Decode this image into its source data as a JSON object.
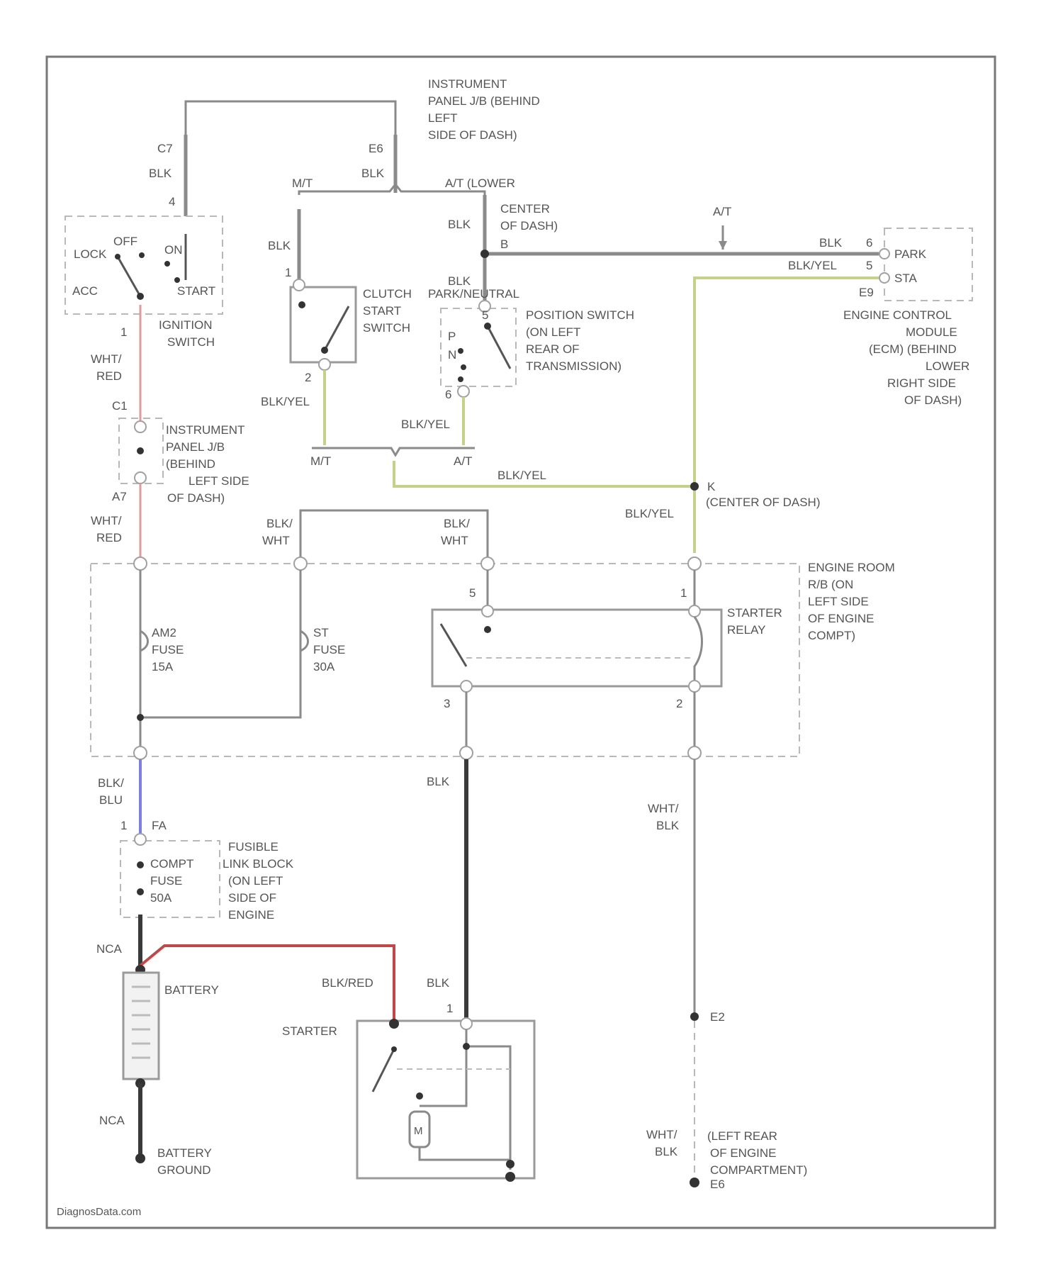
{
  "labels": {
    "ip_jb_top": [
      "INSTRUMENT",
      "PANEL J/B (BEHIND",
      "LEFT",
      "SIDE OF DASH)"
    ],
    "c7": "C7",
    "e6": "E6",
    "blk": "BLK",
    "mt": "M/T",
    "at_lower": "A/T (LOWER",
    "center_of_dash": [
      "CENTER",
      "OF DASH)"
    ],
    "at": "A/T",
    "b": "B",
    "pin_4": "4",
    "pin_1": "1",
    "pin_2": "2",
    "pin_3": "3",
    "pin_5": "5",
    "pin_6": "6",
    "ignition_positions": [
      "LOCK",
      "OFF",
      "ON",
      "ACC",
      "START"
    ],
    "ignition_switch": [
      "IGNITION",
      "SWITCH"
    ],
    "clutch_start": [
      "CLUTCH",
      "START",
      "SWITCH"
    ],
    "park_neutral": "PARK/NEUTRAL",
    "pn_positions": [
      "P",
      "N"
    ],
    "position_switch": [
      "POSITION SWITCH",
      "(ON LEFT",
      "REAR OF",
      "TRANSMISSION)"
    ],
    "ecm_pins": [
      "PARK",
      "STA"
    ],
    "e9": "E9",
    "ecm": [
      "ENGINE CONTROL",
      "MODULE",
      "(ECM) (BEHIND",
      "LOWER",
      "RIGHT SIDE",
      "OF DASH)"
    ],
    "wht_red": [
      "WHT/",
      "RED"
    ],
    "c1": "C1",
    "a7": "A7",
    "ip_jb_left": [
      "INSTRUMENT",
      "PANEL J/B",
      "(BEHIND",
      "LEFT SIDE",
      "OF DASH)"
    ],
    "blk_yel": "BLK/YEL",
    "k": "K",
    "center_of_dash_k": "(CENTER OF DASH)",
    "blk_wht": [
      "BLK/",
      "WHT"
    ],
    "engine_room": [
      "ENGINE ROOM",
      "R/B (ON",
      "LEFT SIDE",
      "OF ENGINE",
      "COMPT)"
    ],
    "am2_fuse": [
      "AM2",
      "FUSE",
      "15A"
    ],
    "st_fuse": [
      "ST",
      "FUSE",
      "30A"
    ],
    "starter_relay": [
      "STARTER",
      "RELAY"
    ],
    "blu_blu": [
      "BLK/",
      "BLU"
    ],
    "fa": "FA",
    "fusible": [
      "FUSIBLE",
      "LINK BLOCK",
      "(ON LEFT",
      "SIDE OF",
      "ENGINE"
    ],
    "compt_fuse": [
      "COMPT",
      "FUSE",
      "50A"
    ],
    "nca": "NCA",
    "battery": "BATTERY",
    "blk_red": "BLK/RED",
    "starter": "STARTER",
    "wht_blk": [
      "WHT/",
      "BLK"
    ],
    "e2": "E2",
    "battery_ground": [
      "BATTERY",
      "GROUND"
    ],
    "left_rear": [
      "(LEFT REAR",
      "OF ENGINE",
      "COMPARTMENT)"
    ],
    "e6b": "E6",
    "footer": "DiagnosData.com"
  }
}
